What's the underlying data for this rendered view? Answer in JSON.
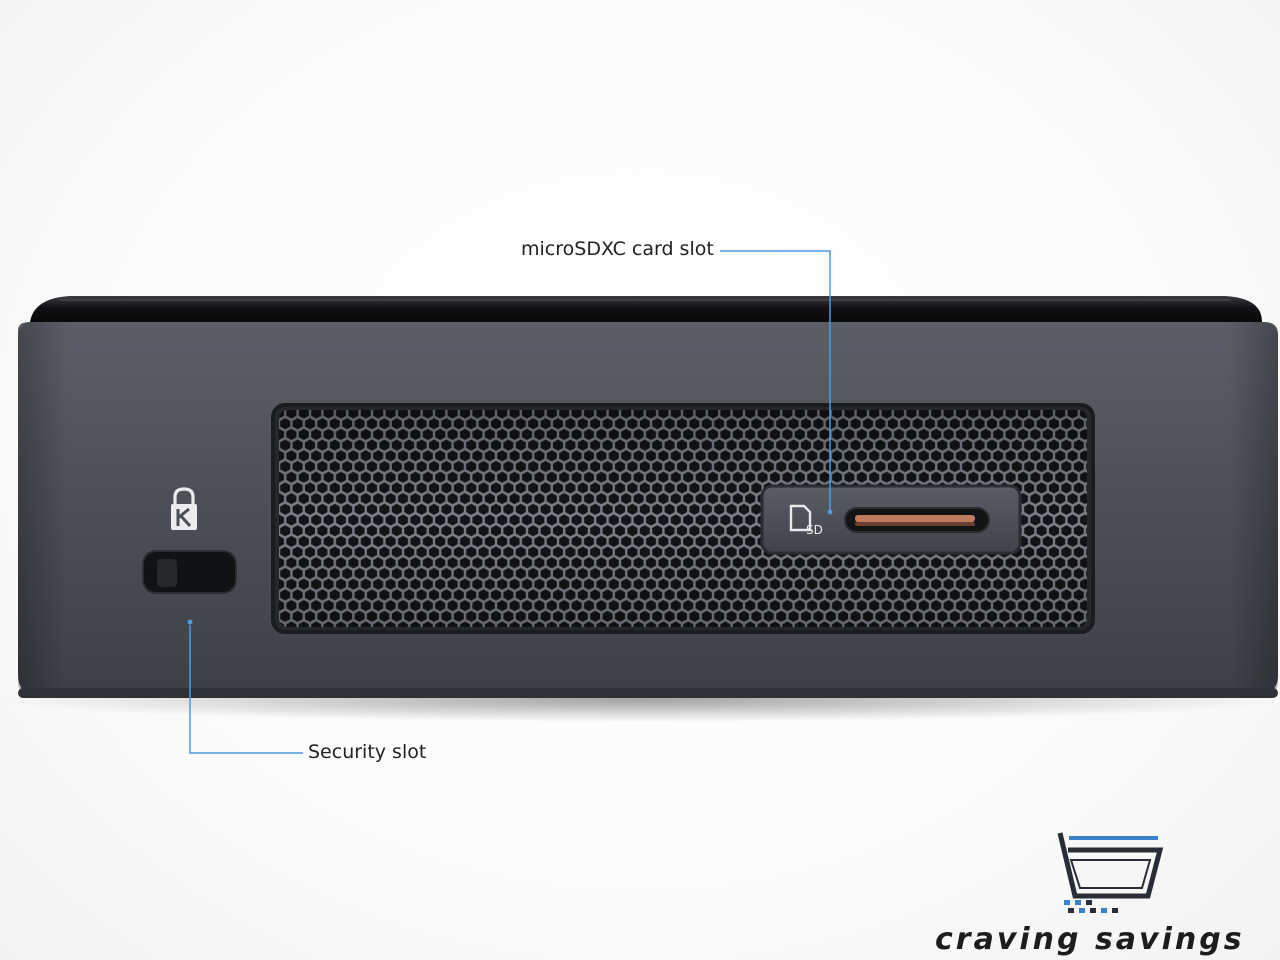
{
  "callouts": {
    "sd_slot": "microSDXC card slot",
    "security_slot": "Security slot"
  },
  "device": {
    "sd_icon_text": "SD"
  },
  "brand": {
    "name": "craving savings"
  },
  "colors": {
    "callout_line": "#4d9be0",
    "chassis": "#4f5259",
    "chassis_top": "#0d0d0f",
    "grille": "#2a2c31",
    "brand_blue": "#3b82c8",
    "brand_dark": "#2a2d35"
  },
  "icons": [
    "lock-icon",
    "sd-card-icon",
    "shopping-cart-logo"
  ]
}
